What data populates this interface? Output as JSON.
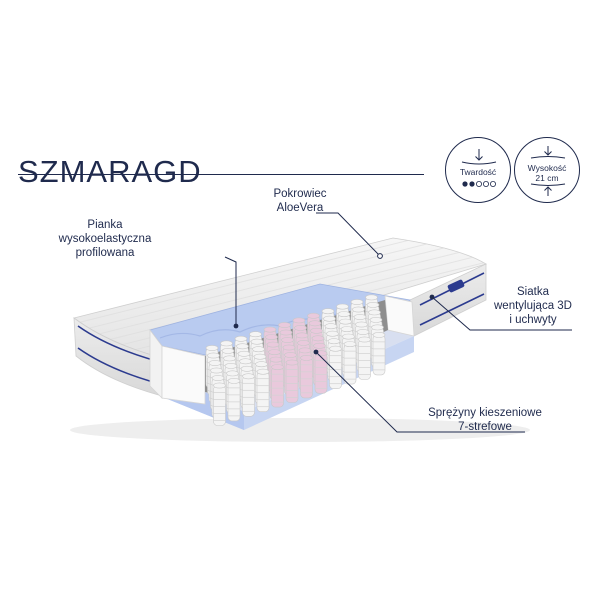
{
  "product": {
    "name": "SZMARAGD"
  },
  "badges": {
    "hardness": {
      "label": "Twardość",
      "level_filled": 2,
      "level_total": 5,
      "icon": "arrow-down-pressure-icon"
    },
    "height": {
      "label_line1": "Wysokość",
      "label_line2": "21 cm",
      "icon": "height-arrows-icon"
    }
  },
  "callouts": {
    "cover": {
      "line1": "Pokrowiec",
      "line2": "AloeVera"
    },
    "foam": {
      "line1": "Pianka",
      "line2": "wysokoelastyczna",
      "line3": "profilowana"
    },
    "mesh": {
      "line1": "Siatka",
      "line2": "wentylująca 3D",
      "line3": "i uchwyty"
    },
    "springs": {
      "line1": "Sprężyny kieszeniowe",
      "line2": "7-strefowe"
    }
  },
  "colors": {
    "navy": "#1f2a4d",
    "accent_blue": "#2c3b8f",
    "foam_blue": "#b9cbf0",
    "spring_pink": "#e9c9dc",
    "spring_white": "#f4f4f4"
  }
}
